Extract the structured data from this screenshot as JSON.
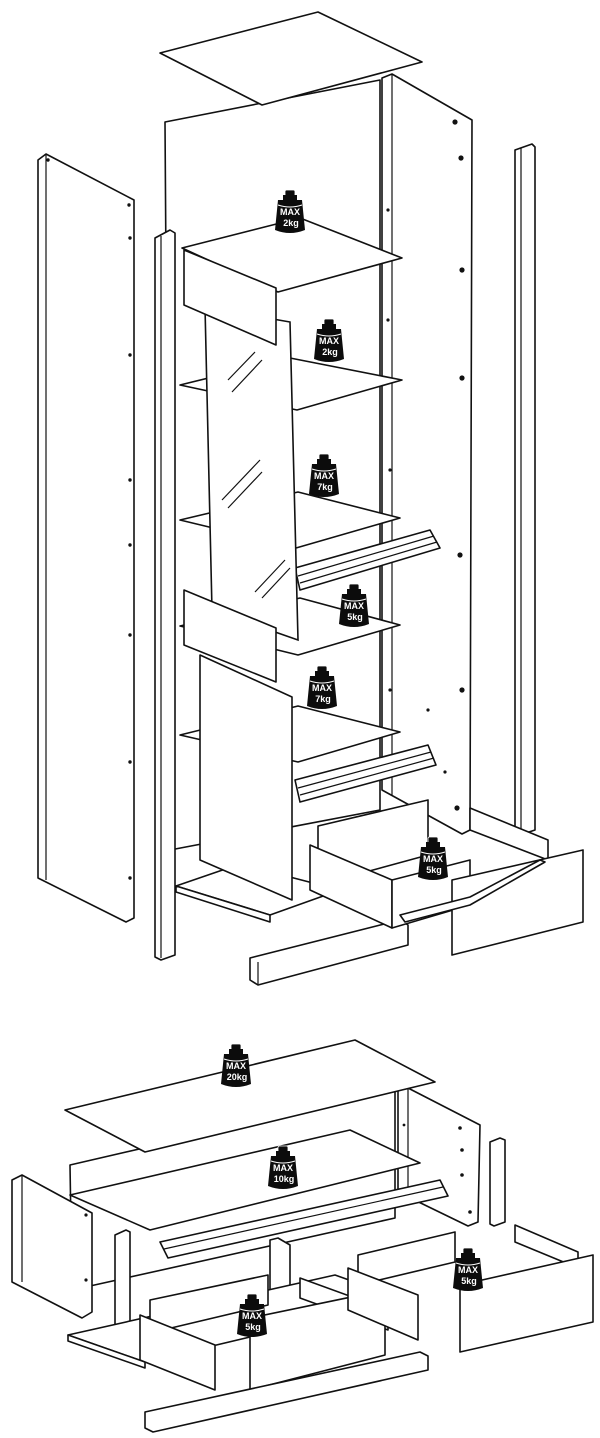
{
  "weights": [
    {
      "id": "cabinet-top-shelf",
      "max": "MAX",
      "load": "2kg"
    },
    {
      "id": "cabinet-glass-shelf",
      "max": "MAX",
      "load": "2kg"
    },
    {
      "id": "cabinet-mid-shelf",
      "max": "MAX",
      "load": "7kg"
    },
    {
      "id": "cabinet-rail-shelf",
      "max": "MAX",
      "load": "5kg"
    },
    {
      "id": "cabinet-lower-shelf",
      "max": "MAX",
      "load": "7kg"
    },
    {
      "id": "cabinet-drawer",
      "max": "MAX",
      "load": "5kg"
    },
    {
      "id": "tv-unit-top",
      "max": "MAX",
      "load": "20kg"
    },
    {
      "id": "tv-unit-shelf",
      "max": "MAX",
      "load": "10kg"
    },
    {
      "id": "tv-unit-right-drawer",
      "max": "MAX",
      "load": "5kg"
    },
    {
      "id": "tv-unit-left-drawer",
      "max": "MAX",
      "load": "5kg"
    }
  ]
}
